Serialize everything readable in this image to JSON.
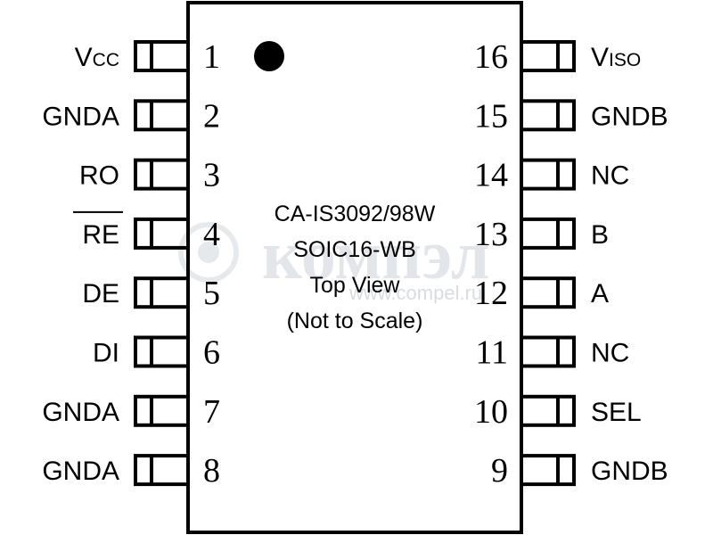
{
  "chip": {
    "title": "CA-IS3092/98W",
    "package": "SOIC16-WB",
    "view": "Top View",
    "scale_note": "(Not to Scale)"
  },
  "left_pins": [
    {
      "number": "1",
      "name": "V",
      "sub": "CC",
      "overline": false
    },
    {
      "number": "2",
      "name": "GNDA",
      "sub": "",
      "overline": false
    },
    {
      "number": "3",
      "name": "RO",
      "sub": "",
      "overline": false
    },
    {
      "number": "4",
      "name": "RE",
      "sub": "",
      "overline": true
    },
    {
      "number": "5",
      "name": "DE",
      "sub": "",
      "overline": false
    },
    {
      "number": "6",
      "name": "DI",
      "sub": "",
      "overline": false
    },
    {
      "number": "7",
      "name": "GNDA",
      "sub": "",
      "overline": false
    },
    {
      "number": "8",
      "name": "GNDA",
      "sub": "",
      "overline": false
    }
  ],
  "right_pins": [
    {
      "number": "16",
      "name": "V",
      "sub": "ISO"
    },
    {
      "number": "15",
      "name": "GNDB",
      "sub": ""
    },
    {
      "number": "14",
      "name": "NC",
      "sub": ""
    },
    {
      "number": "13",
      "name": "B",
      "sub": ""
    },
    {
      "number": "12",
      "name": "A",
      "sub": ""
    },
    {
      "number": "11",
      "name": "NC",
      "sub": ""
    },
    {
      "number": "10",
      "name": "SEL",
      "sub": ""
    },
    {
      "number": "9",
      "name": "GNDB",
      "sub": ""
    }
  ],
  "watermark": {
    "logo_text": "компэл",
    "url": "www.compel.ru"
  }
}
